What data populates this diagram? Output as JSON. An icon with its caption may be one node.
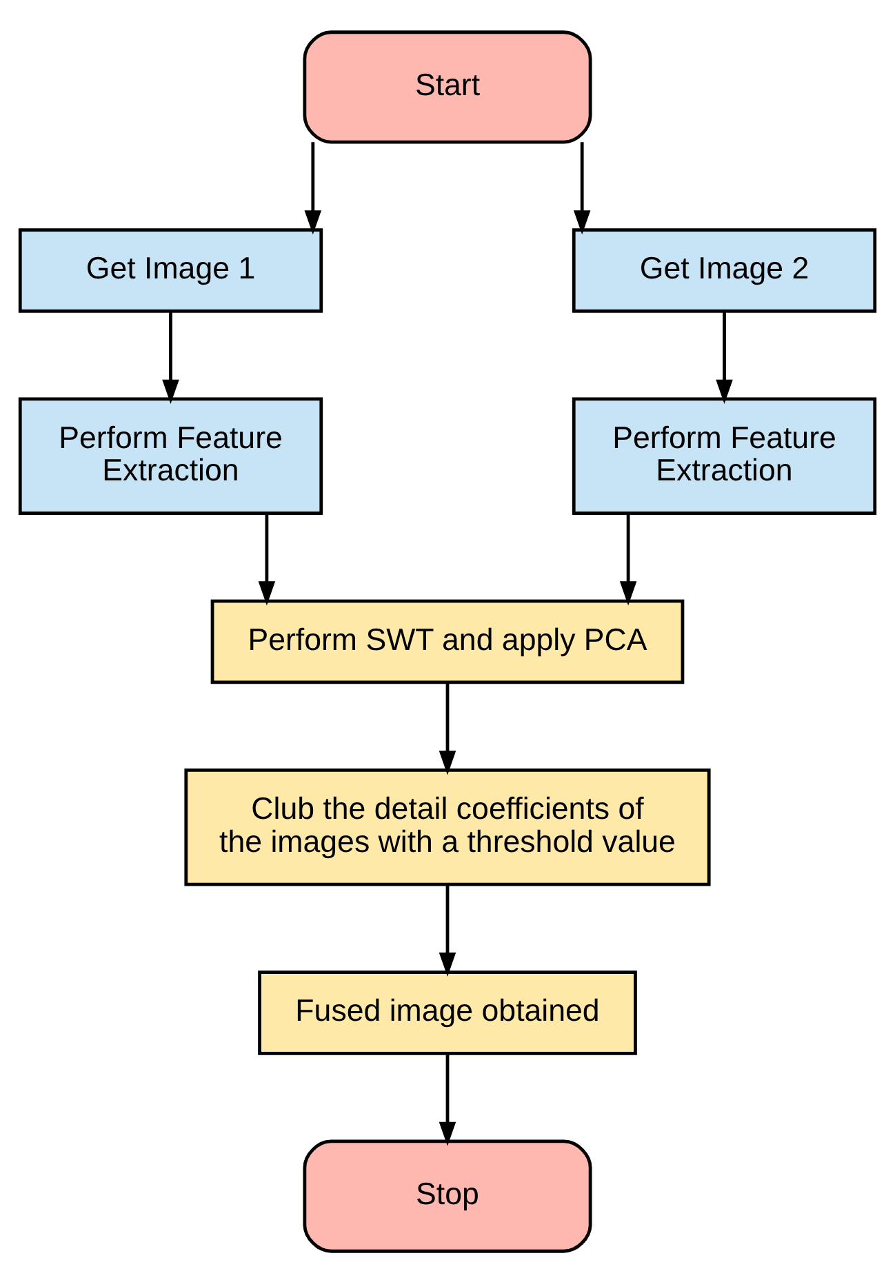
{
  "diagram": {
    "nodes": [
      {
        "text": [
          "Start"
        ]
      },
      {
        "text": [
          "Get Image 1"
        ]
      },
      {
        "text": [
          "Get Image 2"
        ]
      },
      {
        "text": [
          "Perform Feature Extraction"
        ]
      },
      {
        "text": [
          "Perform Feature Extraction"
        ]
      },
      {
        "text": [
          "Perform SWT and apply PCA"
        ]
      },
      {
        "text": [
          "Club the detail coefficients of the images with a threshold value"
        ]
      },
      {
        "text": [
          "Fused image obtained"
        ]
      },
      {
        "text": [
          "Stop"
        ]
      }
    ],
    "edges": [
      {
        "from": 0,
        "to": 1,
        "arrow": "to"
      },
      {
        "from": 0,
        "to": 2,
        "arrow": "to"
      },
      {
        "from": 1,
        "to": 3,
        "arrow": "to"
      },
      {
        "from": 2,
        "to": 4,
        "arrow": "to"
      },
      {
        "from": 3,
        "to": 5,
        "arrow": "to"
      },
      {
        "from": 4,
        "to": 5,
        "arrow": "to"
      },
      {
        "from": 5,
        "to": 6,
        "arrow": "to"
      },
      {
        "from": 6,
        "to": 7,
        "arrow": "to"
      },
      {
        "from": 7,
        "to": 8,
        "arrow": "to"
      }
    ]
  }
}
